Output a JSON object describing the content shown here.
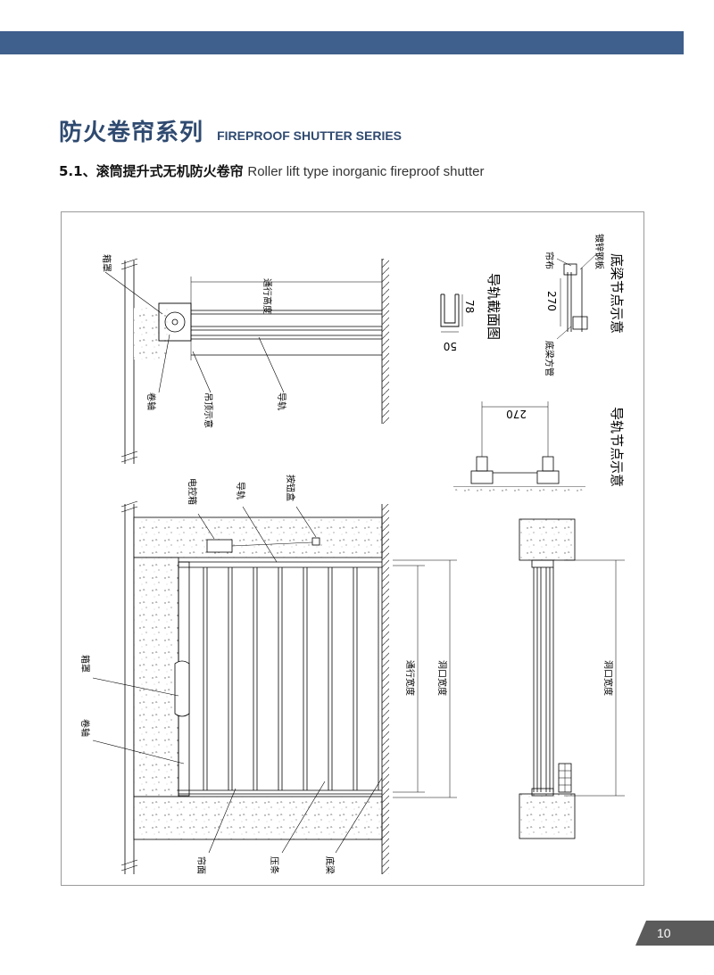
{
  "header": {
    "title_cn": "防火卷帘系列",
    "title_en": "FIREPROOF SHUTTER SERIES",
    "subtitle_cn": "5.1、滚筒提升式无机防火卷帘",
    "subtitle_en": "Roller lift type inorganic fireproof shutter"
  },
  "drawing": {
    "labels": {
      "box_cover_top": "箱罩",
      "roller_shaft_top": "卷轴",
      "hanging_top": "吊顶示意",
      "guide_rail_top": "导轨",
      "passage_height_top": "通行高度",
      "rail_section_title": "导轨截面图",
      "dim_78": "78",
      "dim_50": "50",
      "bottom_beam_title": "底梁节点示意",
      "curtain_cloth": "帘布",
      "galvanized_plate": "镀锌钢板",
      "dim_270_vertical": "270",
      "bottom_square_tube": "底梁方管",
      "dim_270_horizontal": "270",
      "rail_node_title": "导轨节点示意",
      "control_box": "电控箱",
      "guide_rail_front": "导轨",
      "button_box": "按钮盒",
      "box_cover_front": "箱罩",
      "roller_shaft_front": "卷轴",
      "passage_width": "通行宽度",
      "opening_width": "洞口宽度",
      "curtain_surface": "帘面",
      "press_bar": "压条",
      "bottom_beam": "底梁",
      "opening_height": "洞口宽度"
    }
  },
  "footer": {
    "page_number": "10"
  },
  "colors": {
    "brand": "#3f5f8c",
    "page_tab": "#5b5b5b"
  }
}
